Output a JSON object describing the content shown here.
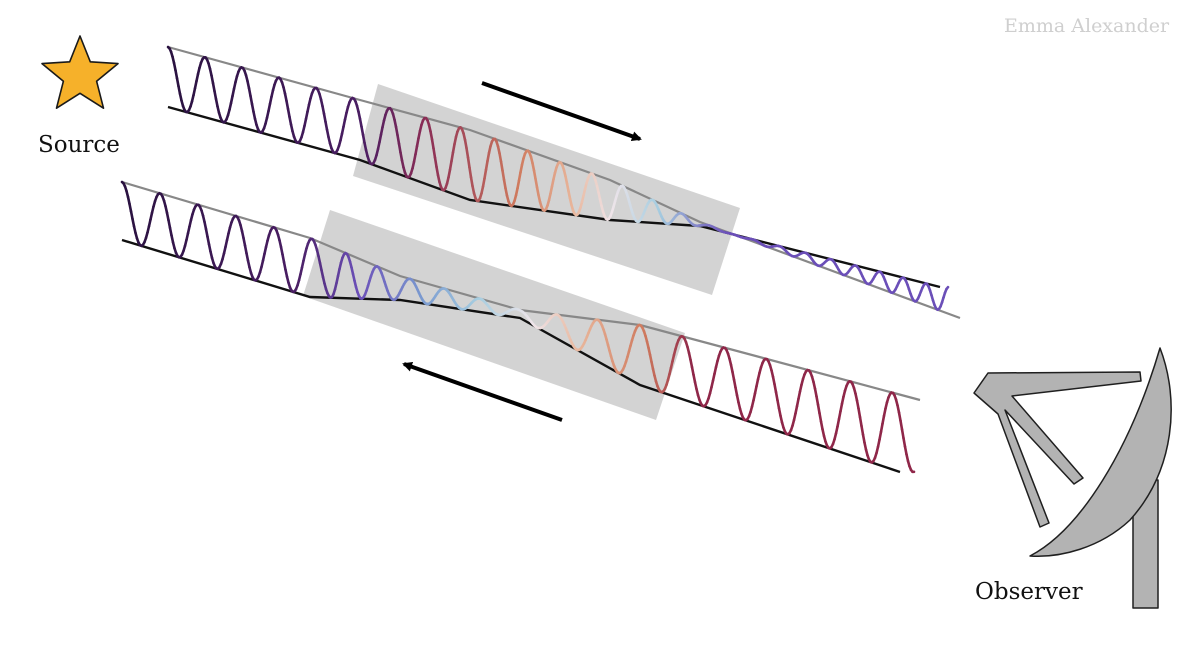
{
  "labels": {
    "source": "Source",
    "observer": "Observer",
    "credit": "Emma Alexander"
  },
  "icons": {
    "source": "star-icon",
    "observer": "radio-dish-icon"
  },
  "colors": {
    "star_fill": "#F6B12A",
    "envelope": "#888888",
    "tube": "#d3d3d3",
    "arrow": "#000000",
    "dish": "#b3b3b3",
    "wave_start": "#2a1240",
    "wave_dark_purple": "#4a1e63",
    "wave_violet": "#6b4fb8",
    "wave_blue_light": "#a6cde0",
    "wave_pale": "#efe5ea",
    "wave_peach": "#e8b59a",
    "wave_orange": "#cf7a5e",
    "wave_red": "#8f2749"
  }
}
